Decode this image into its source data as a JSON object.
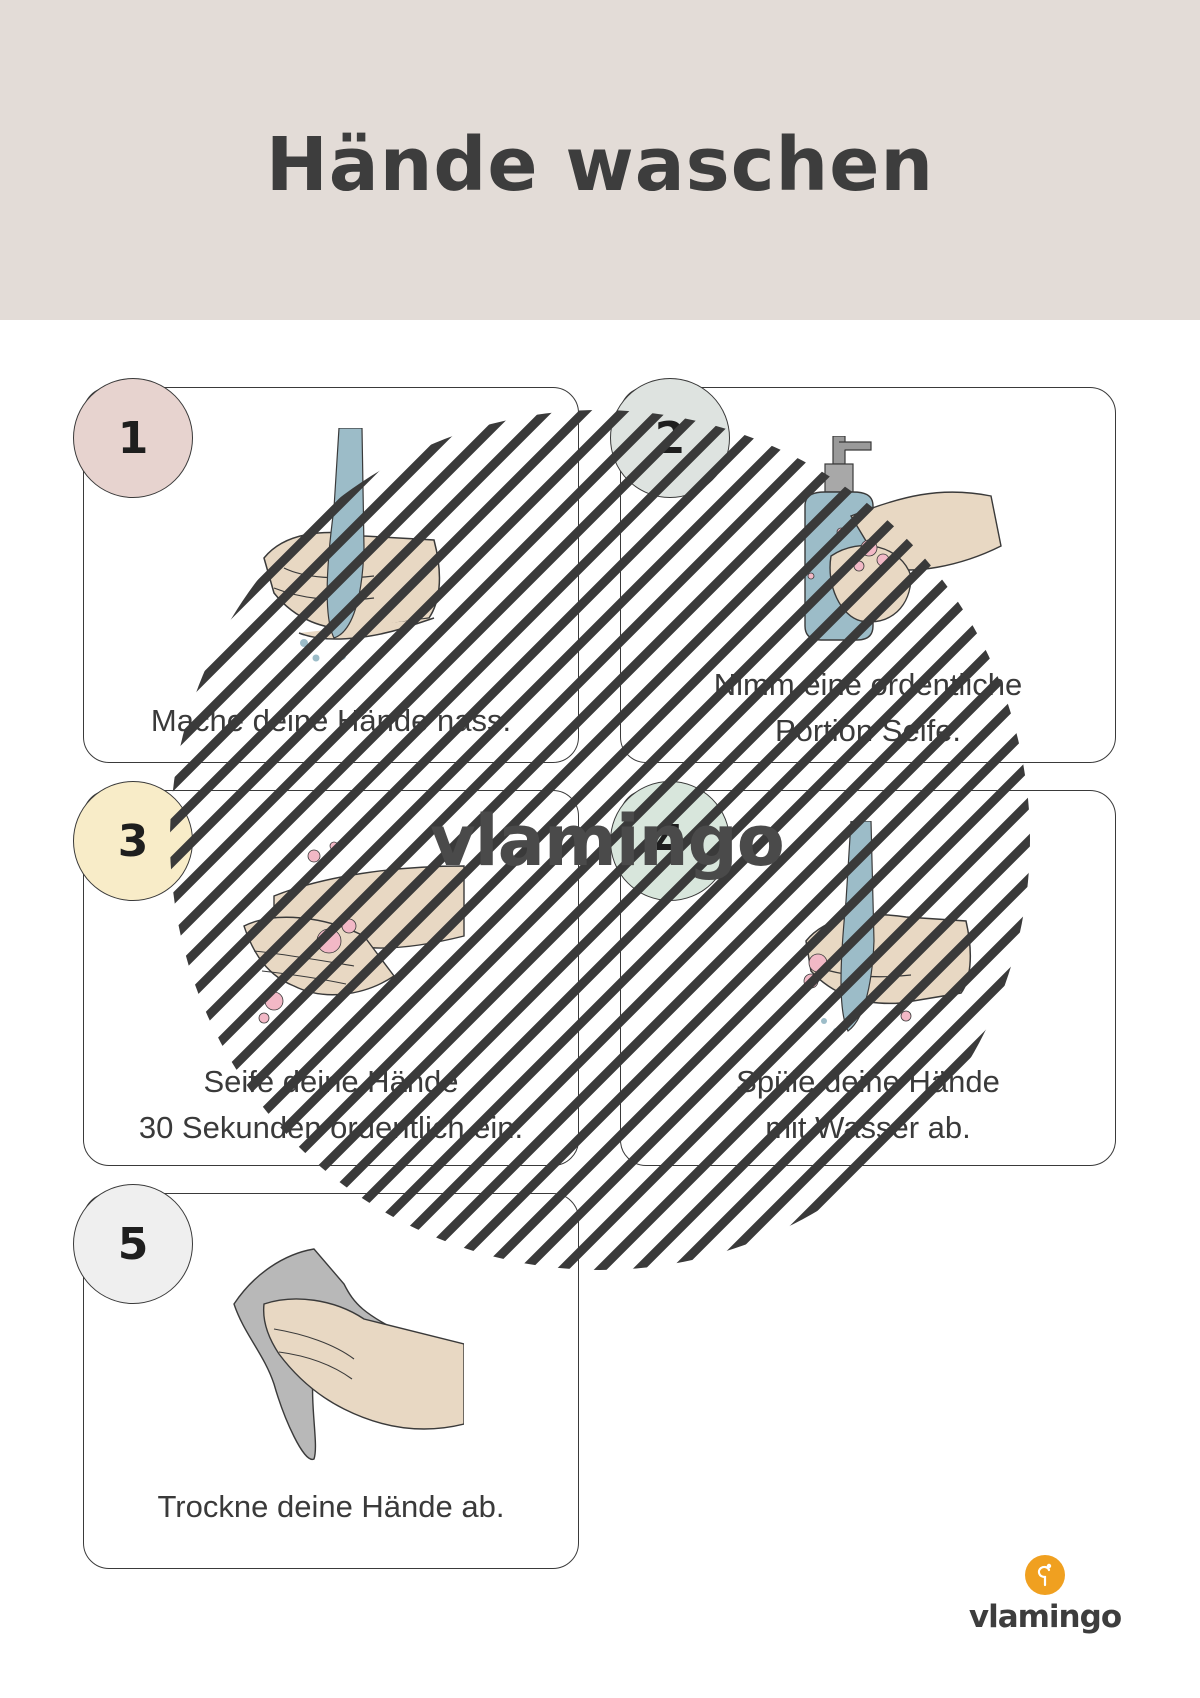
{
  "title": "Hände waschen",
  "steps": [
    {
      "number": "1",
      "caption_lines": [
        "Mache deine Hände nass."
      ],
      "badge_color": "#e7d3cf",
      "icon": "wet-hands-icon"
    },
    {
      "number": "2",
      "caption_lines": [
        "Nimm eine ordentliche",
        "Portion Seife."
      ],
      "badge_color": "#dee3e0",
      "icon": "soap-dispenser-icon"
    },
    {
      "number": "3",
      "caption_lines": [
        "Seife deine Hände",
        "30 Sekunden ordentlich ein."
      ],
      "badge_color": "#f8ecc8",
      "icon": "lathering-hands-icon"
    },
    {
      "number": "4",
      "caption_lines": [
        "Spüle deine Hände",
        "mit Wasser ab."
      ],
      "badge_color": "#d8e6dc",
      "icon": "rinse-hands-icon"
    },
    {
      "number": "5",
      "caption_lines": [
        "Trockne deine Hände ab."
      ],
      "badge_color": "#efefef",
      "icon": "towel-dry-icon"
    }
  ],
  "watermark": {
    "text": "vlamingo"
  },
  "brand": {
    "text": "vlamingo",
    "icon": "flamingo-icon",
    "color": "#f0a020"
  },
  "colors": {
    "header_bg": "#e3dcd7",
    "skin": "#e8d8c3",
    "water": "#9cbcc8",
    "soap_bubbles": "#f2b8c6",
    "towel": "#b8b8b8"
  }
}
